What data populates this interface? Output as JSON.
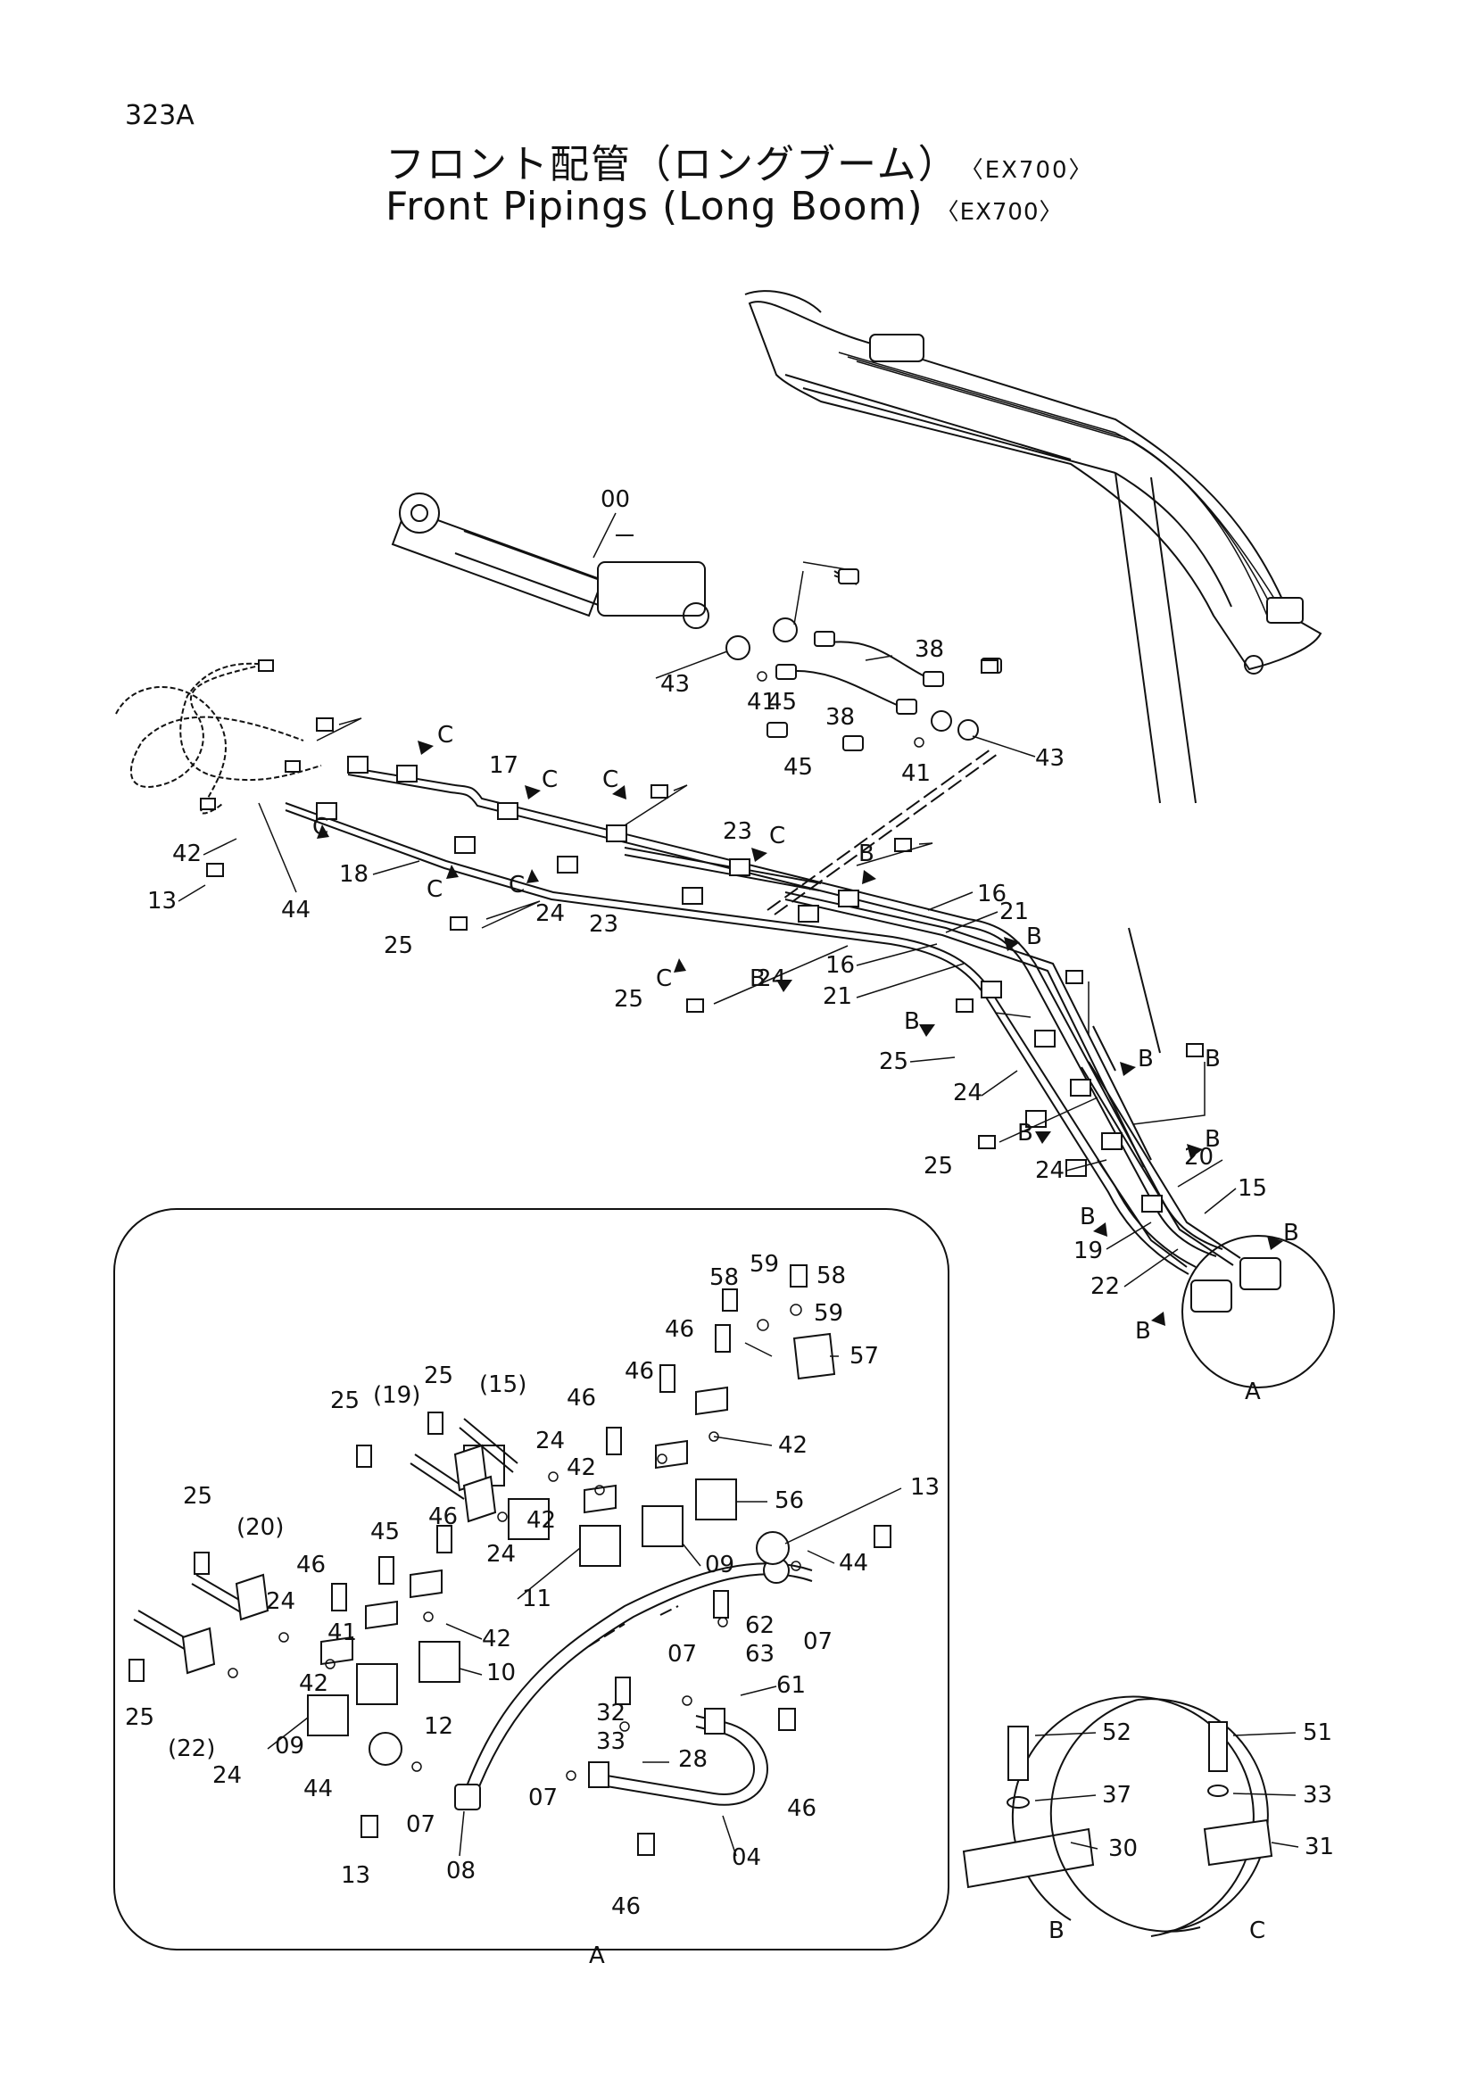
{
  "header": {
    "page_code": "323A",
    "title_jp": "フロント配管（ロングブーム）",
    "title_en": "Front Pipings (Long Boom)",
    "model": "〈EX700〉"
  },
  "detail_labels": {
    "a": "A",
    "b": "B",
    "c": "C"
  },
  "labels": {
    "cylinder": "00",
    "p38a": "38",
    "p38b": "38",
    "p43a": "43",
    "p43b": "43",
    "p41a": "41",
    "p41b": "41",
    "p45a": "45",
    "p45b": "45",
    "p17": "17",
    "p42": "42",
    "p13": "13",
    "p44": "44",
    "p18": "18",
    "p25a": "25",
    "p24a": "24",
    "p23a": "23",
    "p23b": "23",
    "p25b": "25",
    "p24b": "24",
    "p16a": "16",
    "p16b": "16",
    "p21a": "21",
    "p21b": "21",
    "p25c": "25",
    "p24c": "24",
    "p25d": "25",
    "p24d": "24",
    "p20": "20",
    "p15": "15",
    "p19": "19",
    "p22": "22",
    "a58a": "58",
    "a58b": "58",
    "a59a": "59",
    "a59b": "59",
    "a46a": "46",
    "a57": "57",
    "a46b": "46",
    "a25a": "25",
    "a15": "(15)",
    "a25b": "25",
    "a19": "(19)",
    "a24a": "24",
    "a42a": "42",
    "a46c": "46",
    "a42b": "42",
    "a56": "56",
    "a13": "13",
    "a42c": "42",
    "a24b": "24",
    "a09a": "09",
    "a25c": "25",
    "a20": "(20)",
    "a45": "45",
    "a46d": "46",
    "a11": "11",
    "a44a": "44",
    "a46e": "46",
    "a24c": "24",
    "a41": "41",
    "a62": "62",
    "a07a": "07",
    "a42d": "42",
    "a10": "10",
    "a63": "63",
    "a07b": "07",
    "a61": "61",
    "a42e": "42",
    "a12": "12",
    "a32": "32",
    "a33": "33",
    "a28": "28",
    "a25d": "25",
    "a22": "(22)",
    "a09b": "09",
    "a24d": "24",
    "a44b": "44",
    "a07c": "07",
    "a07d": "07",
    "a46f": "46",
    "a13b": "13",
    "a08": "08",
    "a46g": "46",
    "a04": "04",
    "b52": "52",
    "b37": "37",
    "b30": "30",
    "c51": "51",
    "c33": "33",
    "c31": "31",
    "mB1": "B",
    "mB2": "B",
    "mB3": "B",
    "mB4": "B",
    "mB5": "B",
    "mB6": "B",
    "mB7": "B",
    "mB8": "B",
    "mB9": "B",
    "mB10": "B",
    "mB11": "B",
    "mC1": "C",
    "mC2": "C",
    "mC3": "C",
    "mC4": "C",
    "mC5": "C",
    "mC6": "C",
    "mC7": "C",
    "mC8": "C"
  }
}
